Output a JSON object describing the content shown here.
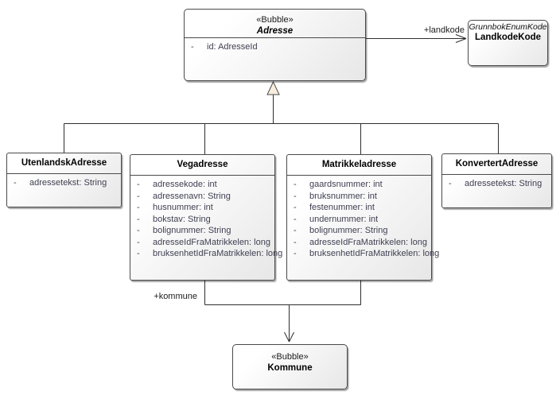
{
  "visibility_marker": "-",
  "classes": {
    "adresse": {
      "stereotype": "«Bubble»",
      "name": "Adresse",
      "attrs": [
        "id: AdresseId"
      ]
    },
    "landkodekode": {
      "parent": "GrunnbokEnumKode",
      "name": "LandkodeKode"
    },
    "utenlandskadresse": {
      "name": "UtenlandskAdresse",
      "attrs": [
        "adressetekst: String"
      ]
    },
    "vegadresse": {
      "name": "Vegadresse",
      "attrs": [
        "adressekode: int",
        "adressenavn: String",
        "husnummer: int",
        "bokstav: String",
        "bolignummer: String",
        "adresseIdFraMatrikkelen: long",
        "bruksenhetIdFraMatrikkelen: long"
      ]
    },
    "matrikkeladresse": {
      "name": "Matrikkeladresse",
      "attrs": [
        "gaardsnummer: int",
        "bruksnummer: int",
        "festenummer: int",
        "undernummer: int",
        "bolignummer: String",
        "adresseIdFraMatrikkelen: long",
        "bruksenhetIdFraMatrikkelen: long"
      ]
    },
    "konvertertadresse": {
      "name": "KonvertertAdresse",
      "attrs": [
        "adressetekst: String"
      ]
    },
    "kommune": {
      "stereotype": "«Bubble»",
      "name": "Kommune"
    }
  },
  "associations": {
    "landkode_label": "+landkode",
    "kommune_label": "+kommune"
  },
  "colors": {
    "box_fill_start": "#ffffff",
    "box_fill_end": "#e7e7e7",
    "box_border": "#4a4a4a",
    "connector": "#2e2e2e",
    "attribute_text": "#3f3f52",
    "generalization_triangle_fill": "#f7eedd"
  }
}
